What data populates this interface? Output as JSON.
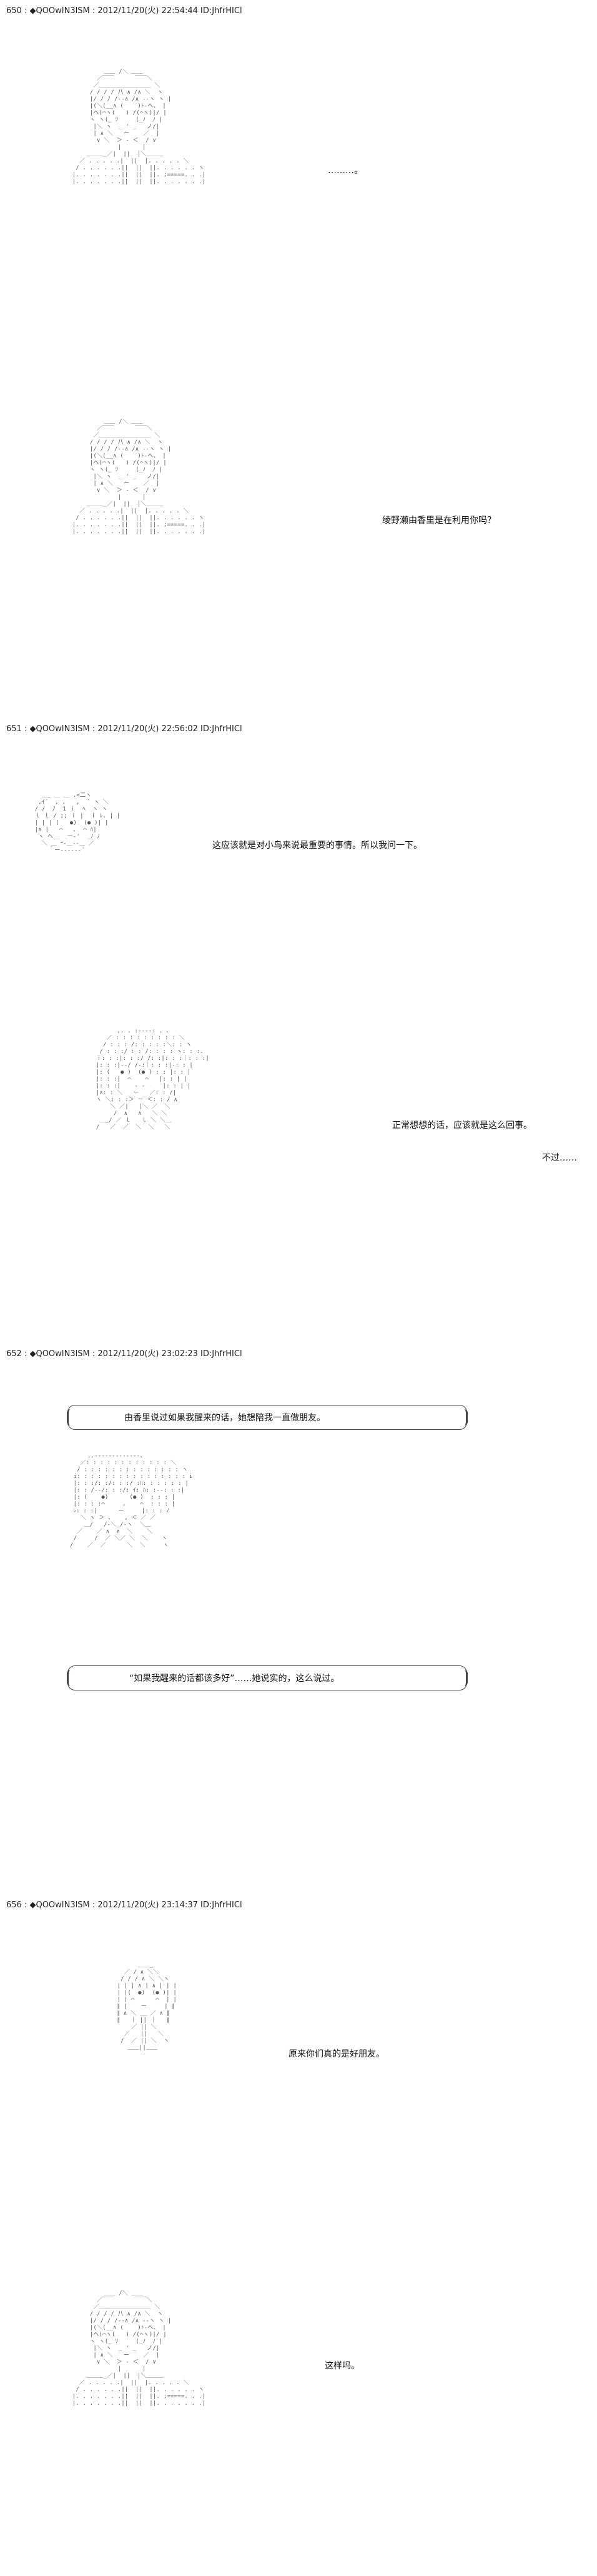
{
  "posts": [
    {
      "header": "650 : ◆QOOwIN3lSM : 2012/11/20(火) 22:54:44 ID:JhfrHICl"
    },
    {
      "header": "651 : ◆QOOwIN3lSM : 2012/11/20(火) 22:56:02 ID:JhfrHICl"
    },
    {
      "header": "652 : ◆QOOwIN3lSM : 2012/11/20(火) 23:02:23 ID:JhfrHICl"
    },
    {
      "header": "656 : ◆QOOwIN3lSM : 2012/11/20(火) 23:14:37 ID:JhfrHICl"
    }
  ],
  "dialogue": {
    "d1": "………。",
    "d2": "绫野濑由香里是在利用你吗？",
    "d3": "这应该就是对小鸟来说最重要的事情。所以我问一下。",
    "d4": "正常想想的话，应该就是这么回事。",
    "d5": "不过……",
    "d6": "原来你们真的是好朋友。",
    "d7": "这样吗。"
  },
  "narration": {
    "n1": "由香里说过如果我醒来的话，她想陪我一直做朋友。",
    "n2": "“如果我醒来的话都该多好”……她说实的，这么说过。"
  },
  "art": {
    "boy": "          ＿＿ /＼ ＿＿\n        ／￣￣      ￣￣＼\n       ／＿＿＿＿＿＿＿＿＿ ＼\n      / / / / 八 ∧ /∧ ＼  ヽ\n      |/ / / /--∧ /∧ --ヽ ヽ |\n      |(＼(__∧ (    )ﾄ-ヘ、 |\n      |ヘ(⌒ヽ(   ) /(⌒ヽ)|/ |\n      ヽ ヽ(_ ｿ     (_ﾉ  ﾉ |\n       |＼ ヽ  _ ' _   ノ/|\n       | ∧ ＼   ー    ／  |\n        ∨ ＼  ＞ ‐ ＜  / ∨\n              |      |\n     ＿＿＿_／|  ||  |＼＿＿＿\n   ／ . . . . .|  ||  |. . . . . ＼\n  / . . . . . .||  ||  ||. . . . . . ヽ\n |. . . . . . .||  ||  ||. ;=====. . .|\n |. . . . . . .||  ||  ||. . . . . . .|",
    "bird": "   ＿_ ＿ ＿ .<二ヽ\n  ,ｲ´  , ,   ,  ` ヽ ＼\n / /  /  i ｉ  ﾍ  ヽ ヽ\n ｌ ｌ / ;; ｉ |  ｉ ﾚ. | |\n | | | (   ●)  (● )| |\n |∧ |   ⌒   ､  ⌒ ﾊ|\n  ヽ ヘ__  ー‐'  _ﾉ ﾉ\n   ＼ ＿ ｰ-＿-‐＿ ／\n     ｀ー‐‐‐‐‐‐´",
    "girl": "            ,. . :-‐‐-: . 、\n         ／ : : : : : : : : : ＼\n        / : : : /: : : : :＼: : ヽ\n       / : : :/ : : /: : : : ヽ: : :.\n      ｉ: : :|: : :/ /: :|: : :｜: : :|\n      |: : :|-‐/ /‐:｜: : :|-: : |\n      |: (   ● )  (● ) : : |: : |\n      |: : :|  ⌒    ⌒   |: : | |\n      |: : :|    ‐ ‐     |: : | |\n      |∧: : ＼   ー   ／: : /|\n      ヽ ＼: : :＞ ー ＜: : / ∧\n          ＼ ／|   |＼ ／  ＼\n           /  ∧   ∧   ＼ ＼\n       ＿_/ ／ ｌ   ｌ ＼ ＼＿\n      /   ／  ／  ＼  ＼   ＼",
    "friend": "        ,.-‐‐‐‐‐‐‐‐‐‐‐-、\n      ／: : : : : : : : : : : : ＼\n     / : : : : : : : : : : : : : : ヽ\n    i: : : : : : : : : : : : : : : : i\n    |: : :/: :/: : :/ :ﾊ: : : : : : |\n    |: : /‐-/: : :/: ｲ: ﾊ: :-‐: : :|\n    |: (    ●)      (● )  : : : |\n    |: : : :⌒     ,    ⌒  : : : |\n    ﾚ: : :|      ー     |: : : ﾉ\n      ＼ ヽ ＞ 、   , ＜ ／ ／\n       ＿/   /‐＼_/‐ヽ  ＼＿\n     ／    ／ ∧  ∧  ＼    ＼\n    /     /  ／ ＼／ ＼  ＼    ヽ\n   /    ／  ／      ＼  ＼     ヽ",
    "child": "          ＿＿_\n      ／ / ∧ ＼＼\n     / / / ∧ ＼ ＼ヽ\n    | | | ∧ | ∧ | | |\n    | |(  ●)  (● )| |\n    | | ⌒      ⌒  | |\n    ∥ |    ー     | ∥\n    ∥ ∧ ＼ __ ／ ∧ ∥\n    ∥   ｜ || ｜   ∥\n        ／ || ＼\n      ／   ||   ＼\n     /  ／ || ＼  ヽ\n       ＿＿||＿＿"
  }
}
